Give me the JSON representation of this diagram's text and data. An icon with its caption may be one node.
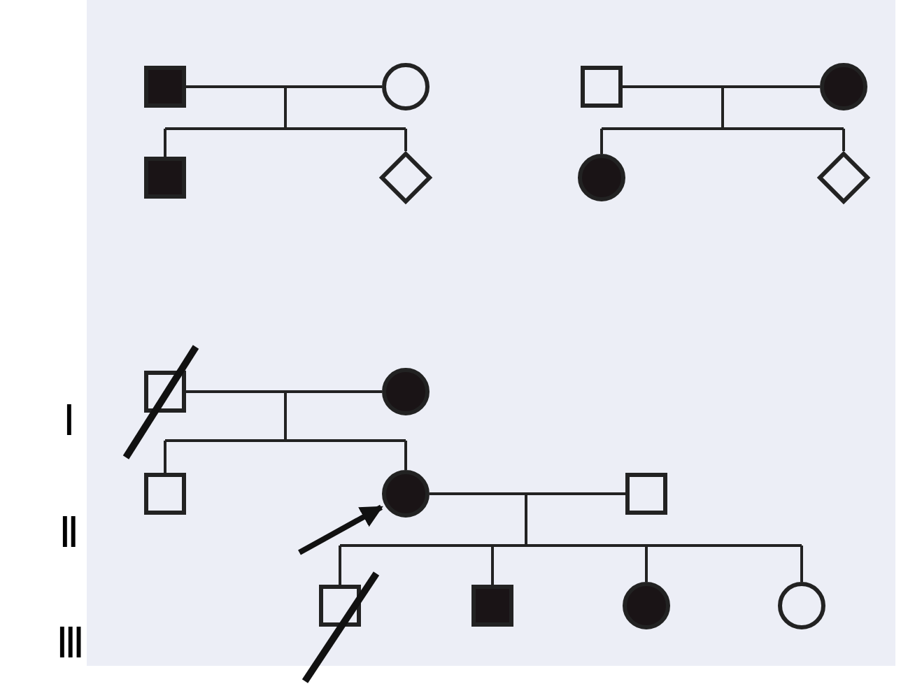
{
  "diagram": {
    "nodes": [
      {
        "text": [],
        "shape": "box"
      },
      {
        "text": [],
        "shape": "circle"
      },
      {
        "text": [],
        "shape": "box"
      },
      {
        "text": [],
        "shape": "diamond"
      },
      {
        "text": [],
        "shape": "box"
      },
      {
        "text": [],
        "shape": "circle"
      },
      {
        "text": [],
        "shape": "circle"
      },
      {
        "text": [],
        "shape": "diamond"
      },
      {
        "text": [],
        "shape": "box"
      },
      {
        "text": [],
        "shape": "circle"
      },
      {
        "text": [],
        "shape": "box"
      },
      {
        "text": [],
        "shape": "circle"
      },
      {
        "text": [],
        "shape": "box"
      },
      {
        "text": [],
        "shape": "box"
      },
      {
        "text": [],
        "shape": "box"
      },
      {
        "text": [],
        "shape": "circle"
      },
      {
        "text": [],
        "shape": "circle"
      }
    ],
    "edges": [
      {
        "from": 0,
        "to": 1,
        "arrow": "none"
      },
      {
        "from": 0,
        "to": 2,
        "arrow": "none"
      },
      {
        "from": 0,
        "to": 3,
        "arrow": "none"
      },
      {
        "from": 1,
        "to": 2,
        "arrow": "none"
      },
      {
        "from": 1,
        "to": 3,
        "arrow": "none"
      },
      {
        "from": 4,
        "to": 5,
        "arrow": "none"
      },
      {
        "from": 4,
        "to": 6,
        "arrow": "none"
      },
      {
        "from": 4,
        "to": 7,
        "arrow": "none"
      },
      {
        "from": 5,
        "to": 6,
        "arrow": "none"
      },
      {
        "from": 5,
        "to": 7,
        "arrow": "none"
      },
      {
        "from": 8,
        "to": 9,
        "arrow": "none"
      },
      {
        "from": 8,
        "to": 10,
        "arrow": "none"
      },
      {
        "from": 8,
        "to": 11,
        "arrow": "none"
      },
      {
        "from": 9,
        "to": 10,
        "arrow": "none"
      },
      {
        "from": 9,
        "to": 11,
        "arrow": "none"
      },
      {
        "from": 11,
        "to": 12,
        "arrow": "none"
      },
      {
        "from": 11,
        "to": 13,
        "arrow": "none"
      },
      {
        "from": 11,
        "to": 14,
        "arrow": "none"
      },
      {
        "from": 11,
        "to": 15,
        "arrow": "none"
      },
      {
        "from": 11,
        "to": 16,
        "arrow": "none"
      },
      {
        "from": 12,
        "to": 13,
        "arrow": "none"
      },
      {
        "from": 12,
        "to": 14,
        "arrow": "none"
      },
      {
        "from": 12,
        "to": 15,
        "arrow": "none"
      },
      {
        "from": 12,
        "to": 16,
        "arrow": "none"
      },
      {
        "from": null,
        "to": 11,
        "arrow": "to",
        "style": "thick"
      }
    ],
    "labels": [
      "Ⅰ",
      "Ⅱ",
      "Ⅲ"
    ]
  }
}
